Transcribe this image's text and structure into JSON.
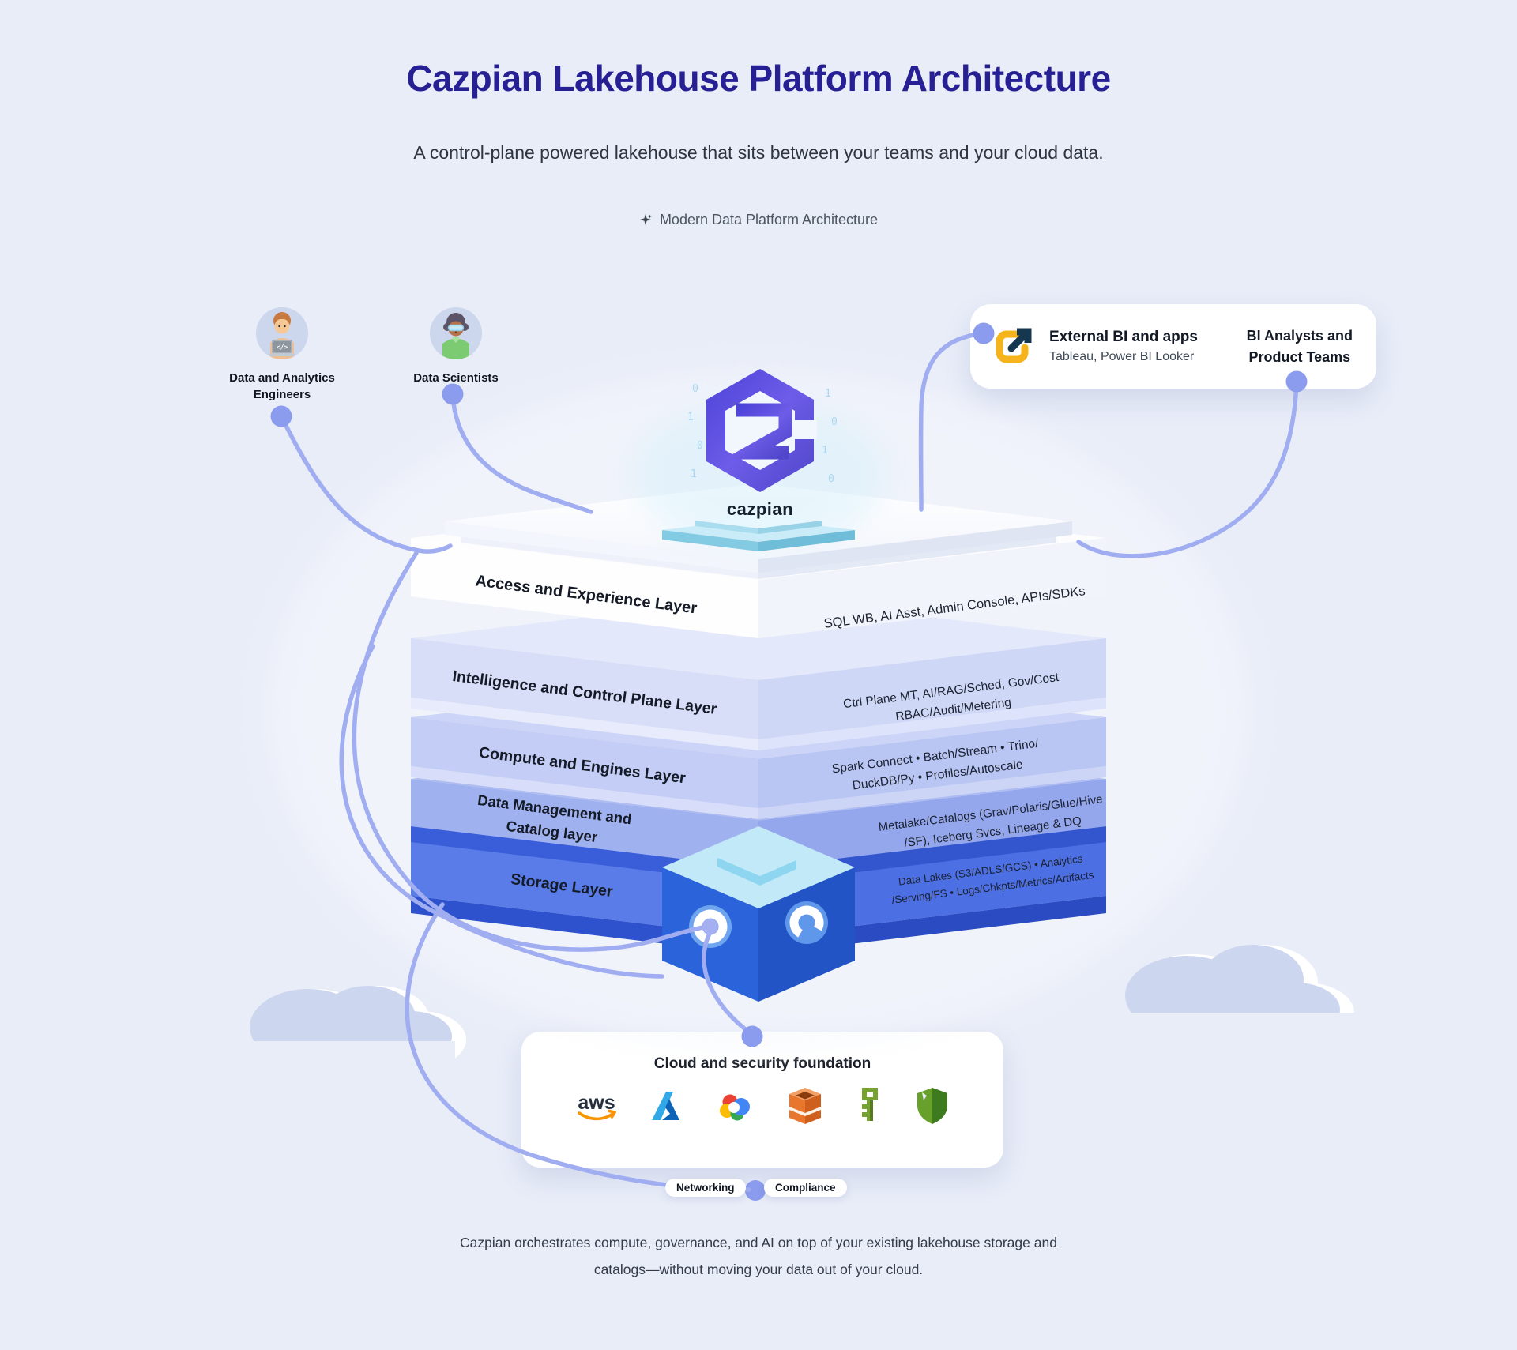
{
  "header": {
    "title": "Cazpian Lakehouse Platform Architecture",
    "subtitle": "A control-plane powered lakehouse that sits between your teams and your cloud data.",
    "badge": "Modern Data Platform Architecture",
    "badge_icon": "sparkle-icon"
  },
  "personas": [
    {
      "line1": "Data and Analytics",
      "line2": "Engineers",
      "avatar": "engineer-laptop-avatar"
    },
    {
      "line1": "Data Scientists",
      "line2": "",
      "avatar": "scientist-goggles-avatar"
    }
  ],
  "bi_card": {
    "icon": "external-link-icon",
    "title": "External BI and apps",
    "subtitle": "Tableau, Power BI Looker",
    "audience_line1": "BI Analysts and",
    "audience_line2": "Product Teams"
  },
  "logo": {
    "wordmark": "cazpian",
    "icon": "cazpian-hex-logo"
  },
  "layers": [
    {
      "name": "Access and Experience Layer",
      "details": [
        "SQL WB, AI Asst, Admin Console, APIs/SDKs"
      ]
    },
    {
      "name": "Intelligence and Control Plane Layer",
      "details": [
        "Ctrl Plane MT, AI/RAG/Sched, Gov/Cost",
        "RBAC/Audit/Metering"
      ]
    },
    {
      "name": "Compute and Engines Layer",
      "details": [
        "Spark Connect • Batch/Stream • Trino/",
        "DuckDB/Py • Profiles/Autoscale"
      ]
    },
    {
      "name_line1": "Data Management and",
      "name_line2": "Catalog layer",
      "details": [
        "Metalake/Catalogs (Grav/Polaris/Glue/Hive",
        "/SF), Iceberg Svcs, Lineage & DQ"
      ]
    },
    {
      "name": "Storage Layer",
      "details": [
        "Data Lakes (S3/ADLS/GCS) • Analytics",
        "/Serving/FS • Logs/Chkpts/Metrics/Artifacts"
      ]
    }
  ],
  "foundation": {
    "title": "Cloud and security foundation",
    "aws_label": "aws",
    "provider_icons": [
      "aws-logo",
      "azure-logo",
      "google-cloud-logo",
      "aws-storage-box-icon",
      "kms-key-icon",
      "shield-icon"
    ]
  },
  "pills": [
    {
      "label": "Networking"
    },
    {
      "label": "Compliance"
    }
  ],
  "footer": {
    "line1": "Cazpian orchestrates compute, governance, and AI on top of your existing lakehouse storage and",
    "line2": "catalogs—without moving your data out of your cloud."
  },
  "colors": {
    "background": "#e9edf8",
    "title": "#262094",
    "connector_line": "#a0aef1",
    "connector_dot": "#8b9cee",
    "layer_access": "#ffffff",
    "layer_intelligence": "#d8def8",
    "layer_compute": "#c3cdf5",
    "layer_data_mgmt": "#a0b1ef",
    "layer_storage": "#5a7ce9",
    "storage_band": "#2e52cd",
    "cube_top": "#c2e9f8",
    "cube_face": "#2a63da",
    "pedestal": "#c9ecf8",
    "link_icon_amber": "#f5b31c",
    "link_icon_navy": "#15374f"
  }
}
